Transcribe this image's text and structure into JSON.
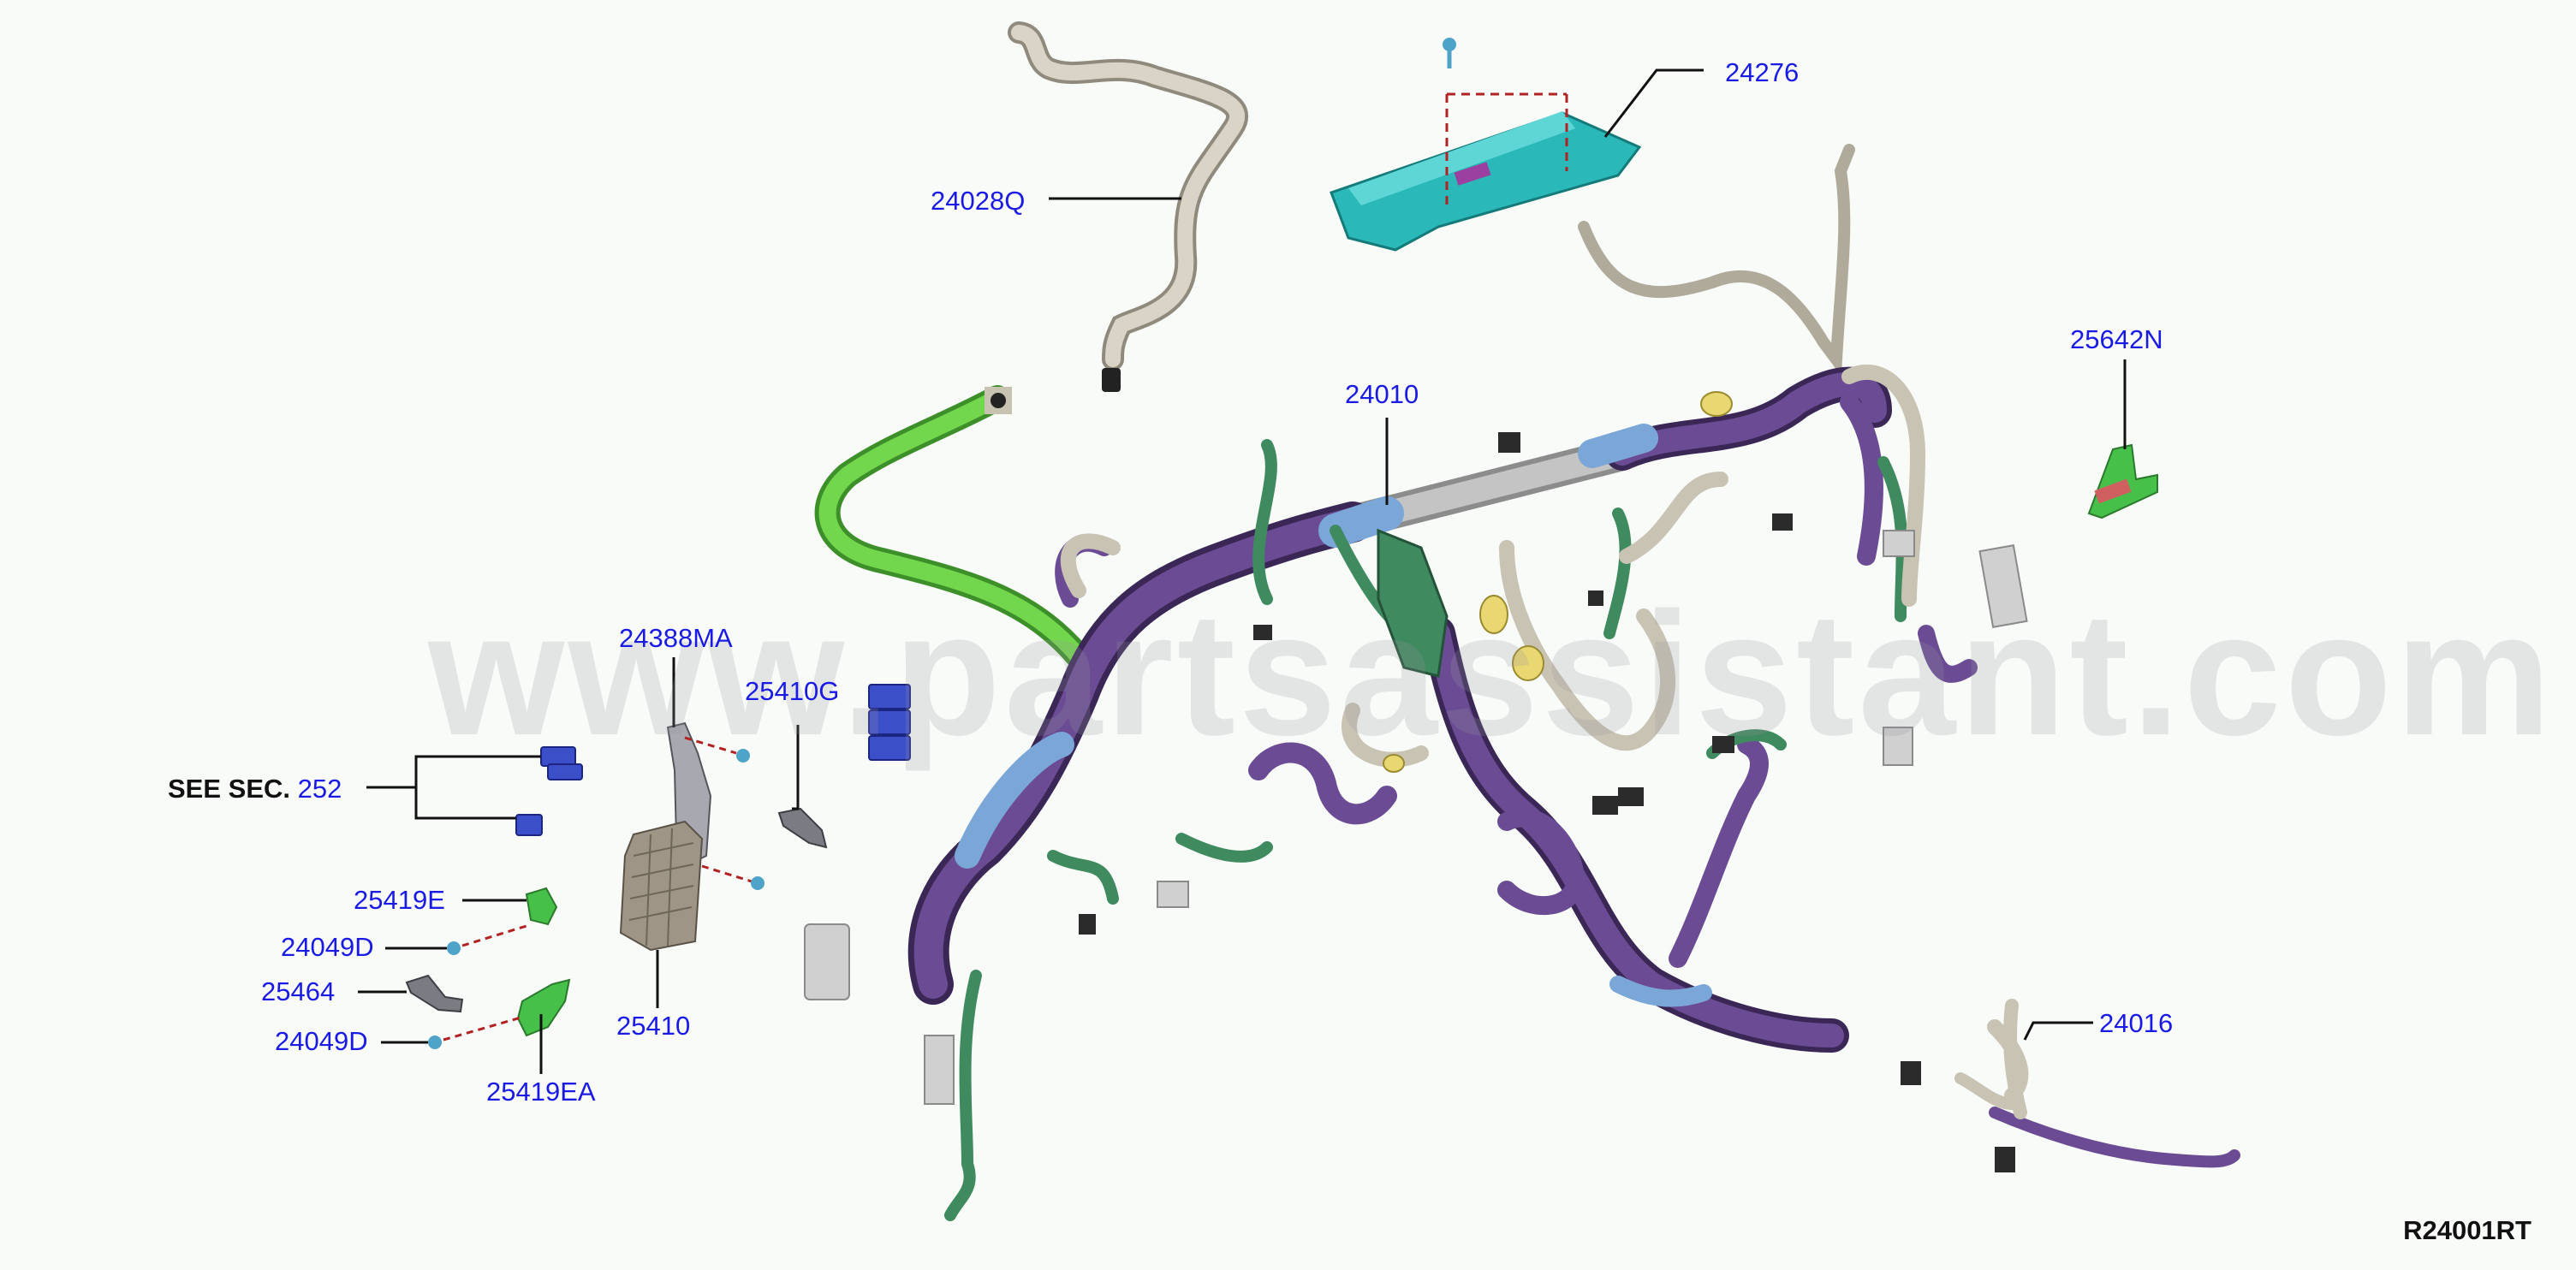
{
  "callouts": {
    "p24028Q": "24028Q",
    "p24276": "24276",
    "p24010": "24010",
    "p25642N": "25642N",
    "p24388MA": "24388MA",
    "p25410G": "25410G",
    "p25419E": "25419E",
    "p24049D_top": "24049D",
    "p25464": "25464",
    "p24049D_bottom": "24049D",
    "p25419EA": "25419EA",
    "p25410": "25410",
    "p24016": "24016"
  },
  "see_section": {
    "prefix": "SEE SEC.",
    "number": "252"
  },
  "watermark": "www.partsassistant.com",
  "diagram_id": "R24001RT",
  "colors": {
    "callout_text": "#1a1ae6",
    "harness_purple": "#5b3f7d",
    "harness_beige": "#c9c3b4",
    "harness_green": "#3f8a5e",
    "bright_green": "#6fd24a",
    "teal_bracket": "#2ab8b8",
    "blue_connector": "#3b4fc9",
    "leader_dash": "#b22222"
  }
}
